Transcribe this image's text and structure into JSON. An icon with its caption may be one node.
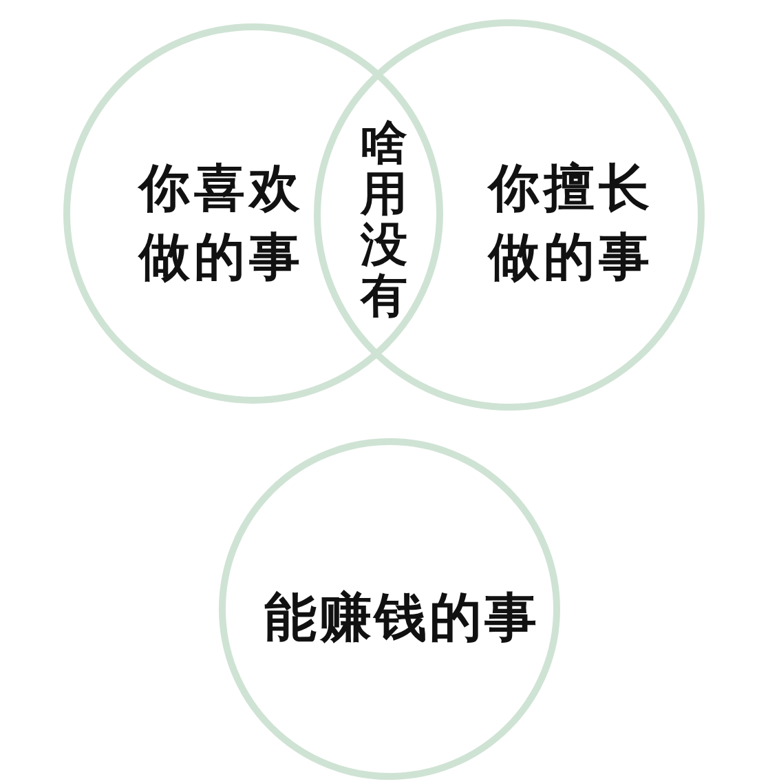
{
  "diagram": {
    "nodes": [
      {
        "text": [
          "你喜欢做的事"
        ]
      },
      {
        "text": [
          "你擅长做的事"
        ]
      },
      {
        "text": [
          "能赚钱的事"
        ]
      }
    ],
    "labels": [
      "啥用没有"
    ]
  }
}
